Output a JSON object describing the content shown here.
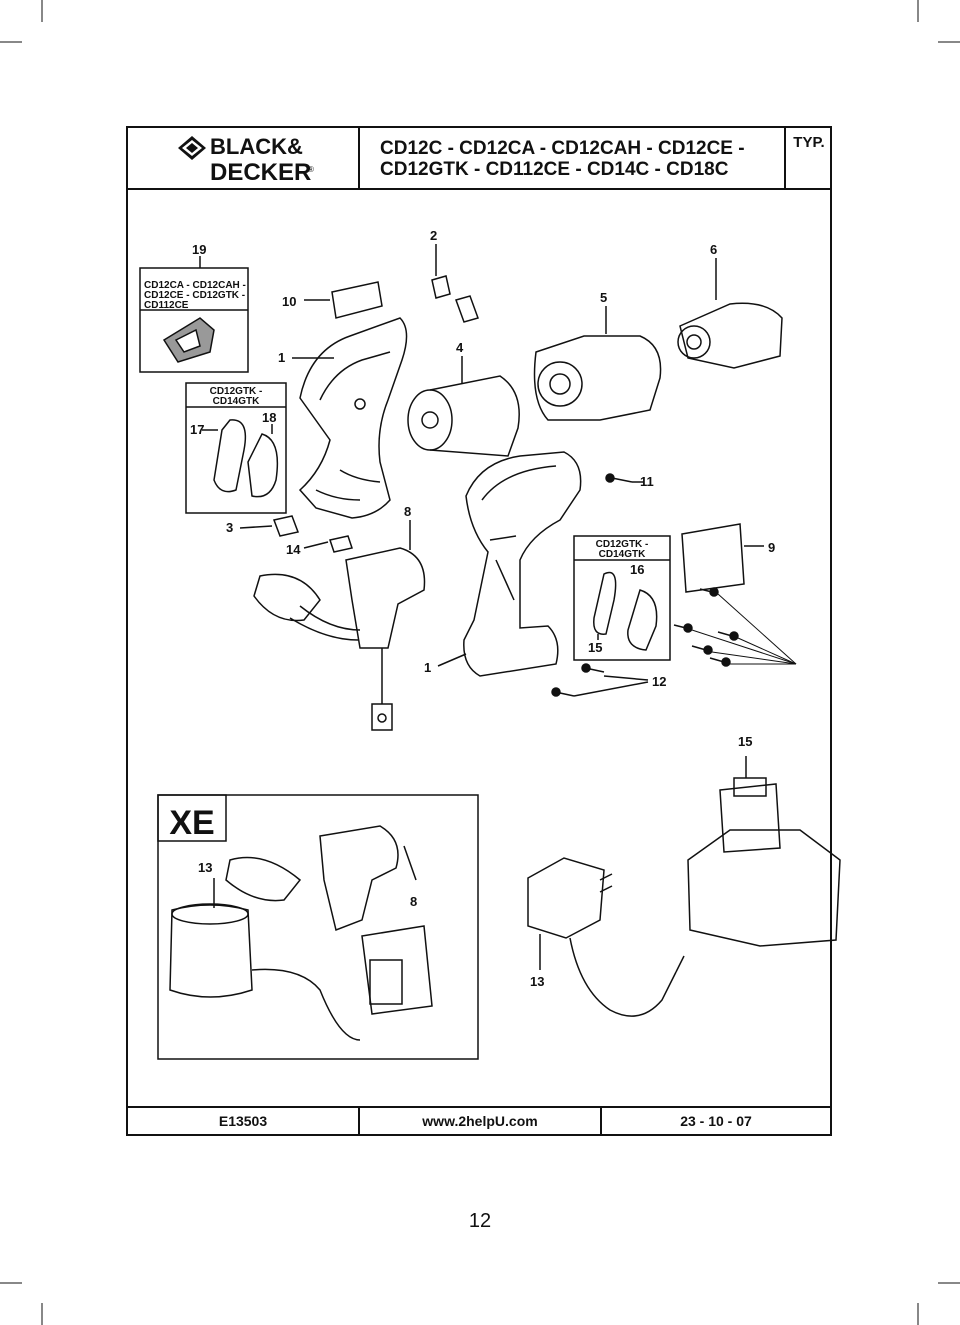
{
  "brand": {
    "line1": "BLACK&",
    "line2": "DECKER",
    "reg": "®"
  },
  "title": {
    "line1": "CD12C - CD12CA - CD12CAH - CD12CE -",
    "line2": "CD12GTK - CD112CE - CD14C - CD18C"
  },
  "typ_label": "TYP.",
  "inset_top_left": {
    "line1": "CD12CA - CD12CAH -",
    "line2": "CD12CE - CD12GTK -",
    "line3": "CD112CE"
  },
  "inset_mid_left": {
    "line1": "CD12GTK -",
    "line2": "CD14GTK"
  },
  "inset_mid_right": {
    "line1": "CD12GTK -",
    "line2": "CD14GTK"
  },
  "xe_label": "XE",
  "parts": {
    "p1a": "1",
    "p1b": "1",
    "p2": "2",
    "p3": "3",
    "p4": "4",
    "p5": "5",
    "p6": "6",
    "p8a": "8",
    "p8b": "8",
    "p9": "9",
    "p10": "10",
    "p11": "11",
    "p12": "12",
    "p13a": "13",
    "p13b": "13",
    "p14": "14",
    "p15a": "15",
    "p15b": "15",
    "p16": "16",
    "p17": "17",
    "p18": "18",
    "p19": "19"
  },
  "footer": {
    "code": "E13503",
    "url": "www.2helpU.com",
    "date": "23 - 10 - 07"
  },
  "page_number": "12"
}
